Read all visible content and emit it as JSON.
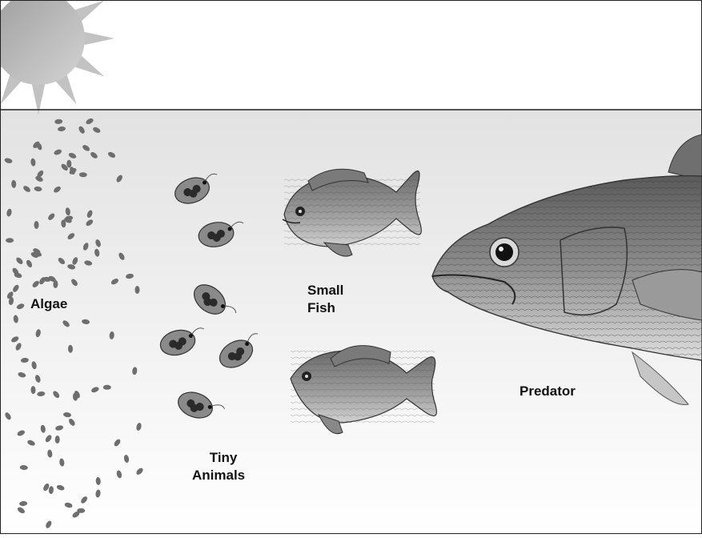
{
  "labels": {
    "algae": "Algae",
    "tiny_animals_line1": "Tiny",
    "tiny_animals_line2": "Animals",
    "small_fish_line1": "Small",
    "small_fish_line2": "Fish",
    "predator": "Predator"
  },
  "icons": {
    "sun": "sun-icon",
    "algae": "algae-cell-icon",
    "tiny_animal": "daphnia-icon",
    "small_fish": "sunfish-icon",
    "predator": "bass-icon"
  },
  "colors": {
    "water_top": "#e3e3e3",
    "water_bottom": "#ffffff",
    "sky": "#ffffff",
    "border": "#222222",
    "sun": "#b5b5b5",
    "algae": "#707070"
  }
}
